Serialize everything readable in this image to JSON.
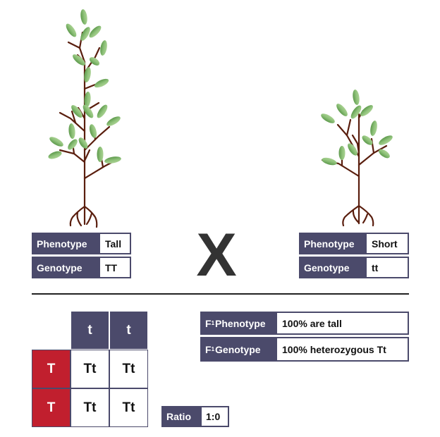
{
  "parents": {
    "tall": {
      "phenotype_label": "Phenotype",
      "phenotype_value": "Tall",
      "genotype_label": "Genotype",
      "genotype_value": "TT"
    },
    "short": {
      "phenotype_label": "Phenotype",
      "phenotype_value": "Short",
      "genotype_label": "Genotype",
      "genotype_value": "tt"
    },
    "cross_symbol": "X"
  },
  "punnett": {
    "col_headers": [
      "t",
      "t"
    ],
    "row_headers": [
      "T",
      "T"
    ],
    "cells": [
      [
        "Tt",
        "Tt"
      ],
      [
        "Tt",
        "Tt"
      ]
    ]
  },
  "f1": {
    "phenotype_prefix": "F",
    "phenotype_sub": "1",
    "phenotype_label": "Phenotype",
    "phenotype_value": "100% are tall",
    "genotype_prefix": "F",
    "genotype_sub": "1",
    "genotype_label": "Genotype",
    "genotype_value": "100% heterozygous Tt"
  },
  "ratio": {
    "label": "Ratio",
    "value": "1:0"
  },
  "colors": {
    "label_bg": "#4b4a6b",
    "dominant_red": "#c11f2e",
    "leaf_green": "#7fb36a",
    "stem_brown": "#5a1e0e"
  }
}
